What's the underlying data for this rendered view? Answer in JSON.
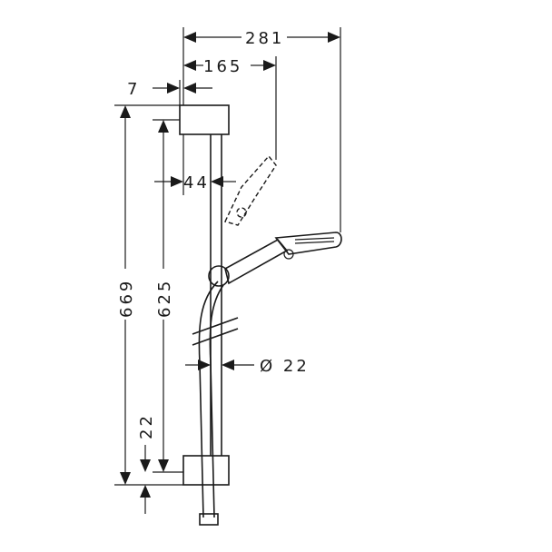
{
  "dimensions": {
    "total_width": "281",
    "head_offset": "165",
    "top_offset": "7",
    "rail_gap": "44",
    "total_height": "669",
    "rail_length": "625",
    "bottom_offset": "22",
    "diameter": "Ø 22"
  }
}
